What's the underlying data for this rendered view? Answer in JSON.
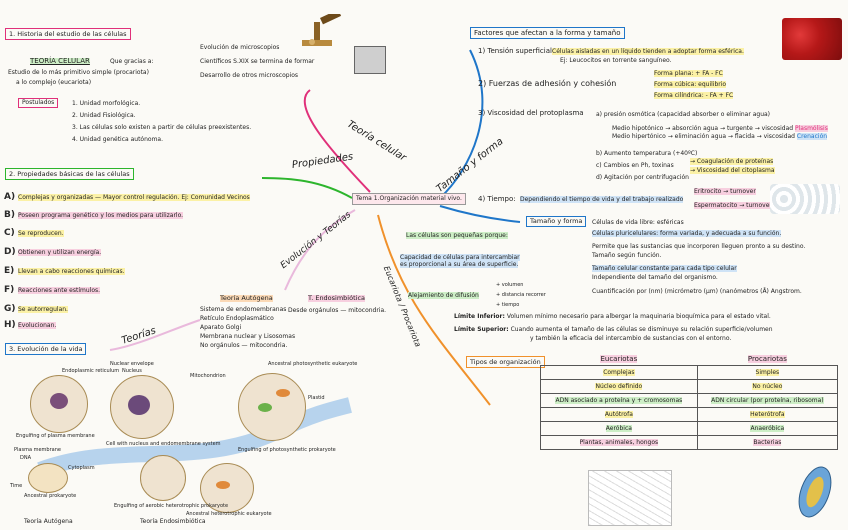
{
  "center": {
    "title": "Tema 1.Organización material vivo."
  },
  "branches": {
    "teoria_celular": "Teoría celular",
    "propiedades": "Propiedades",
    "evolucion": "Evolución y Teorías",
    "teorias": "Teorías",
    "tamano_forma": "Tamaño y forma",
    "eucariota_procariota": "Eucariota / Procariota"
  },
  "section1": {
    "title": "1. Historia del estudio de las células",
    "teoria_label": "TEORÍA CELULAR",
    "teoria_line1": "Que gracias a:",
    "teoria_line2": "Estudio de lo más primitivo simple (procariota)",
    "teoria_line3": "a lo complejo (eucariota)",
    "gracias": [
      "Evolución de microscopios",
      "Científicos S.XIX se termina de formar",
      "Desarrollo de otros microscopios"
    ],
    "postulados_label": "Postulados",
    "postulados": [
      "1. Unidad morfológica.",
      "2. Unidad Fisiológica.",
      "3. Las células solo existen a partir de células preexistentes.",
      "4. Unidad genética autónoma."
    ]
  },
  "section2": {
    "title": "2. Propiedades básicas de las células",
    "items": [
      {
        "letter": "A)",
        "text": "Complejas y organizadas — Mayor control regulación. Ej: Comunidad Vecinos"
      },
      {
        "letter": "B)",
        "text": "Poseen programa genético y los medios para utilizarlo."
      },
      {
        "letter": "C)",
        "text": "Se reproducen."
      },
      {
        "letter": "D)",
        "text": "Obtienen y utilizan energía."
      },
      {
        "letter": "E)",
        "text": "Llevan a cabo reacciones químicas."
      },
      {
        "letter": "F)",
        "text": "Reacciones ante estímulos."
      },
      {
        "letter": "G)",
        "text": "Se autorregulan."
      },
      {
        "letter": "H)",
        "text": "Evolucionan."
      }
    ]
  },
  "section3": {
    "title": "3. Evolución de la vida",
    "t_autogena_title": "Teoría Autógena",
    "t_autogena": [
      "Sistema de endomembranas",
      "Retículo Endoplasmático",
      "Aparato Golgi",
      "Membrana nuclear y Lisosomas",
      "No orgánulos — mitocondria."
    ],
    "t_endo_title": "T. Endosimbiótica",
    "t_endo": "Desde orgánulos — mitocondria.",
    "caption_left": "Teoría Autógena",
    "caption_right": "Teoría Endosimbiótica",
    "diagram_labels": [
      "Nuclear envelope",
      "Endoplasmic reticulum",
      "Nucleus",
      "Engulfing of plasma membrane",
      "Cell with nucleus and endomembrane system",
      "Mitochondrion",
      "Ancestral photosynthetic eukaryote",
      "Plastid",
      "Cytoplasm",
      "DNA",
      "Plasma membrane",
      "Ancestral prokaryote",
      "Engulfing of aerobic heterotrophic prokaryote",
      "Engulfing of photosynthetic prokaryote",
      "Ancestral heterotrophic eukaryote",
      "Time"
    ]
  },
  "right": {
    "factores_title": "Factores que afectan a la forma y tamaño",
    "f1_label": "1) Tensión superficial:",
    "f1_text": "Células aisladas en un líquido tienden a adoptar forma esférica.",
    "f1_text2": "Ej: Leucocitos en torrente sanguíneo.",
    "f2_label": "2) Fuerzas de adhesión y cohesión",
    "f2_items": [
      "Forma plana: + FA - FC",
      "Forma cúbica: equilibrio",
      "Forma cilíndrica: - FA + FC"
    ],
    "f3_label": "3) Viscosidad del protoplasma",
    "f3_a": "a) presión osmótica (capacidad absorber o eliminar agua)",
    "f3_a1": "Medio hipotónico → absorción agua → turgente → viscosidad",
    "f3_a1_tag": "Plasmólisis",
    "f3_a2": "Medio hipertónico → eliminación agua → flacida → viscosidad",
    "f3_a2_tag": "Crenación",
    "f3_b": "b) Aumento temperatura (+40ºC)",
    "f3_c": "c) Cambios en Ph, toxinas",
    "f3_d": "d) Agitación por centrifugación",
    "f3_res1": "→ Coagulación de proteínas",
    "f3_res2": "→ Viscosidad del citoplasma",
    "f4_label": "4) Tiempo:",
    "f4_text": "Dependiendo el tiempo de vida y del trabajo realizado",
    "f4_a": "Eritrocito → turnover",
    "f4_b": "Espermatocito → turnover",
    "tamano_title": "Tamaño y forma",
    "tamano_lines": [
      "Células de vida libre: esféricas",
      "Células pluricelulares: forma variada, y adecuada a su función.",
      "Permite que las sustancias que incorporen lleguen pronto a su destino.",
      "Tamaño según función.",
      "Tamaño celular constante para cada tipo celular",
      "Independiente del tamaño del organismo.",
      "Cuantificación por (nm) (micrómetro (µm) (nanómetros (Å) Angstrom."
    ],
    "pequenas": "Las células son pequeñas porque:",
    "capacidad": "Capacidad de células para intercambiar es proporcional a su área de superficie.",
    "alejamiento": "Alejamiento de difusión",
    "alej_items": [
      "+ volumen",
      "+ distancia recorrer",
      "+ tiempo"
    ],
    "limite_inf_label": "Límite Inferior:",
    "limite_inf": "Volumen mínimo necesario para albergar la maquinaria bioquímica para el estado vital.",
    "limite_sup_label": "Límite Superior:",
    "limite_sup": "Cuando aumenta el tamaño de las células se disminuye su relación superficie/volumen",
    "limite_sup2": "y también la eficacia del intercambio de sustancias con el entorno."
  },
  "tipos": {
    "title": "Tipos de organización",
    "head_euk": "Eucariotas",
    "head_pro": "Procariotas",
    "rows": [
      [
        "Complejas",
        "Simples"
      ],
      [
        "Núcleo definido",
        "No núcleo"
      ],
      [
        "ADN asociado a proteína y + cromosomas",
        "ADN circular (por proteína, ribosoma)"
      ],
      [
        "Autótrofa",
        "Heterótrofa"
      ],
      [
        "Aeróbica",
        "Anaeróbica"
      ],
      [
        "Plantas, animales, hongos",
        "Bacterias"
      ]
    ]
  },
  "colors": {
    "pink": "#e0307a",
    "green": "#2db52d",
    "blue": "#1f76c9",
    "orange": "#f0912b",
    "lavender": "#e9b9dc",
    "dark": "#2a2a2a"
  }
}
